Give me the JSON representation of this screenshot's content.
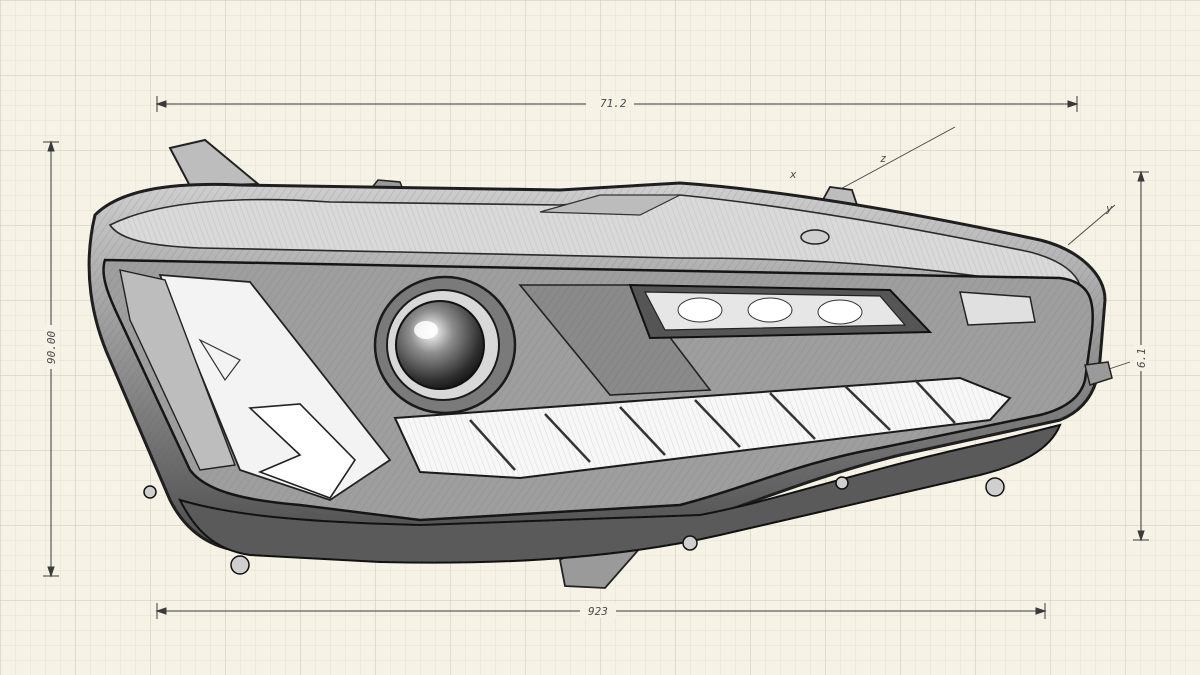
{
  "dimensions": {
    "top_width": "71.2",
    "bottom_width": "923",
    "left_height": "90.00",
    "right_height": "6.1"
  },
  "callouts": {
    "a": "x",
    "b": "z",
    "c": "y"
  },
  "colors": {
    "paper": "#f6f3e6",
    "grid_minor": "#dcd9cb",
    "grid_major": "#c9c5b3",
    "ink": "#2a2a2a"
  },
  "subject": "headlight-sketch-icon"
}
